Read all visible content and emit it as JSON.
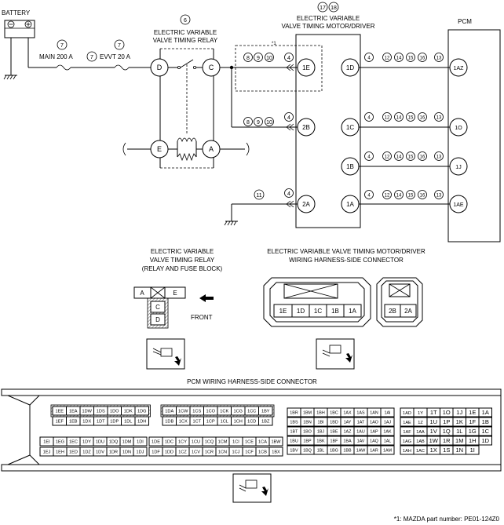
{
  "labels": {
    "battery": "BATTERY",
    "main_fuse": "MAIN 200 A",
    "evvt_fuse": "EVVT 20 A",
    "relay_title_1": "ELECTRIC VARIABLE",
    "relay_title_2": "VALVE TIMING RELAY",
    "motor_title_1": "ELECTRIC VARIABLE",
    "motor_title_2": "VALVE TIMING MOTOR/DRIVER",
    "pcm": "PCM",
    "relay_conn_1": "ELECTRIC VARIABLE",
    "relay_conn_2": "VALVE TIMING RELAY",
    "relay_conn_3": "(RELAY AND FUSE BLOCK)",
    "front": "FRONT",
    "motor_conn_1": "ELECTRIC VARIABLE VALVE TIMING MOTOR/DRIVER",
    "motor_conn_2": "WIRING HARNESS-SIDE CONNECTOR",
    "pcm_conn": "PCM WIRING HARNESS-SIDE CONNECTOR",
    "footnote": "*1: MAZDA part number: PE01-124Z0",
    "star1": "*1"
  },
  "refs": {
    "r7": "7",
    "r6": "6",
    "r17": "17",
    "r18": "18",
    "r4": "4",
    "r13": "13",
    "r11": "11",
    "r8": "8",
    "r9": "9",
    "r10": "10",
    "r12": "12",
    "r14": "14",
    "r15": "15",
    "r16": "16"
  },
  "terminals": {
    "relay": [
      "D",
      "C",
      "E",
      "A"
    ],
    "motor_left": [
      "1E",
      "2B",
      "2A"
    ],
    "motor_right": [
      "1D",
      "1C",
      "1B",
      "1A"
    ],
    "pcm": [
      "1AZ",
      "1O",
      "1J",
      "1AE"
    ]
  },
  "relay_connector": [
    "A",
    "E",
    "C",
    "D"
  ],
  "motor_connector": {
    "main": [
      "1E",
      "1D",
      "1C",
      "1B",
      "1A"
    ],
    "small": [
      "2B",
      "2A"
    ]
  },
  "pcm_connector": {
    "block1_top": [
      "1EE",
      "1EA",
      "1DW",
      "1DS",
      "1DO",
      "1DK",
      "1DG"
    ],
    "block1_bot": [
      "1EF",
      "1EB",
      "1DX",
      "1DT",
      "1DP",
      "1DL",
      "1DH"
    ],
    "block1_r3": [
      "1EI",
      "1EG",
      "1EC",
      "1DY",
      "1DU",
      "1DQ",
      "1DM",
      "1DI"
    ],
    "block1_r4": [
      "1EJ",
      "1EH",
      "1ED",
      "1DZ",
      "1DV",
      "1DR",
      "1DN",
      "1DJ"
    ],
    "block2_top": [
      "1DA",
      "1CW",
      "1CS",
      "1CO",
      "1CK",
      "1CG",
      "1CC",
      "1BY"
    ],
    "block2_bot": [
      "1DB",
      "1CX",
      "1CT",
      "1CP",
      "1CL",
      "1CH",
      "1CD",
      "1BZ"
    ],
    "block2_r3": [
      "1DE",
      "1DC",
      "1CY",
      "1CU",
      "1CQ",
      "1CM",
      "1CI",
      "1CE",
      "1CA",
      "1BW"
    ],
    "block2_r4": [
      "1DF",
      "1DD",
      "1CZ",
      "1CV",
      "1CR",
      "1CN",
      "1CJ",
      "1CF",
      "1CB",
      "1BX"
    ],
    "block3_r1": [
      "1BR",
      "1BM",
      "1BH",
      "1BC",
      "1AX",
      "1AS",
      "1AN",
      "1AI"
    ],
    "block3_r2": [
      "1BS",
      "1BN",
      "1BI",
      "1BD",
      "1AY",
      "1AT",
      "1AO",
      "1AJ"
    ],
    "block3_r3": [
      "1BT",
      "1BO",
      "1BJ",
      "1BE",
      "1AZ",
      "1AU",
      "1AP",
      "1AK"
    ],
    "block3_r4": [
      "1BU",
      "1BP",
      "1BK",
      "1BF",
      "1BA",
      "1AV",
      "1AQ",
      "1AL"
    ],
    "block3_r5": [
      "1BV",
      "1BQ",
      "1BL",
      "1BG",
      "1BB",
      "1AW",
      "1AR",
      "1AM"
    ],
    "block4_r1": [
      "1AD",
      "1Y",
      "1T",
      "1O",
      "1J",
      "1E",
      "1A"
    ],
    "block4_r2": [
      "1AE",
      "1Z",
      "1U",
      "1P",
      "1K",
      "1F",
      "1B"
    ],
    "block4_r3": [
      "1AF",
      "1AA",
      "1V",
      "1Q",
      "1L",
      "1G",
      "1C"
    ],
    "block4_r4": [
      "1AG",
      "1AB",
      "1W",
      "1R",
      "1M",
      "1H",
      "1D"
    ],
    "block4_r5": [
      "1AH",
      "1AC",
      "1X",
      "1S",
      "1N",
      "1I"
    ]
  }
}
